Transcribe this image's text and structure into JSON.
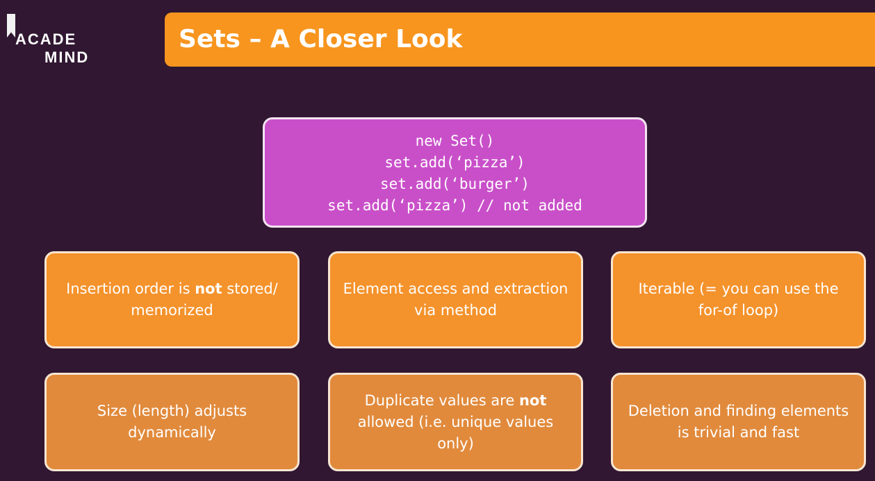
{
  "logo": {
    "line1": "ACADE",
    "line2": "MIND"
  },
  "title": "Sets – A Closer Look",
  "code_lines": [
    "new Set()",
    "set.add(‘pizza’)",
    "set.add(‘burger’)",
    "set.add(‘pizza’) // not added"
  ],
  "cards": {
    "insertion_order": {
      "before": "Insertion order is ",
      "bold": "not",
      "after": " stored/ memorized"
    },
    "element_access": {
      "text": "Element access and extraction via method"
    },
    "iterable": {
      "text": "Iterable (= you can use the for-of loop)"
    },
    "size": {
      "text": "Size (length) adjusts dynamically"
    },
    "duplicates": {
      "before": "Duplicate values are ",
      "bold": "not",
      "after": " allowed (i.e. unique values only)"
    },
    "deletion": {
      "text": "Deletion and finding elements is trivial and fast"
    }
  },
  "colors": {
    "background": "#311732",
    "title_bar": "#f7951f",
    "code_box": "#c94fc9",
    "card_top": "#f4922b",
    "card_bottom": "#e18a3c"
  }
}
